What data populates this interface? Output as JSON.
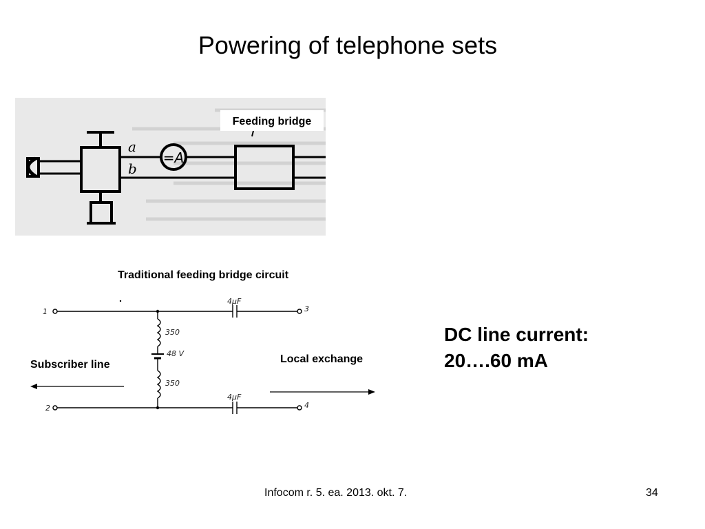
{
  "slide": {
    "title": "Powering  of telephone sets"
  },
  "scan_figure": {
    "label": "Feeding bridge",
    "terminal_a": "a",
    "terminal_b": "b",
    "meter_label": "=A"
  },
  "circuit": {
    "title": "Traditional feeding bridge circuit",
    "left_label": "Subscriber line",
    "right_label": "Local exchange",
    "node_1": "1",
    "node_2": "2",
    "node_3": "3",
    "node_4": "4",
    "coil_top": "350",
    "coil_bottom": "350",
    "battery": "48 V",
    "cap_top": "4μF",
    "cap_bottom": "4μF"
  },
  "dc_info": {
    "line1": "DC line current:",
    "line2": "20….60 mA"
  },
  "footer": {
    "source": "Infocom r. 5. ea. 2013. okt. 7.",
    "page_number": "34"
  }
}
